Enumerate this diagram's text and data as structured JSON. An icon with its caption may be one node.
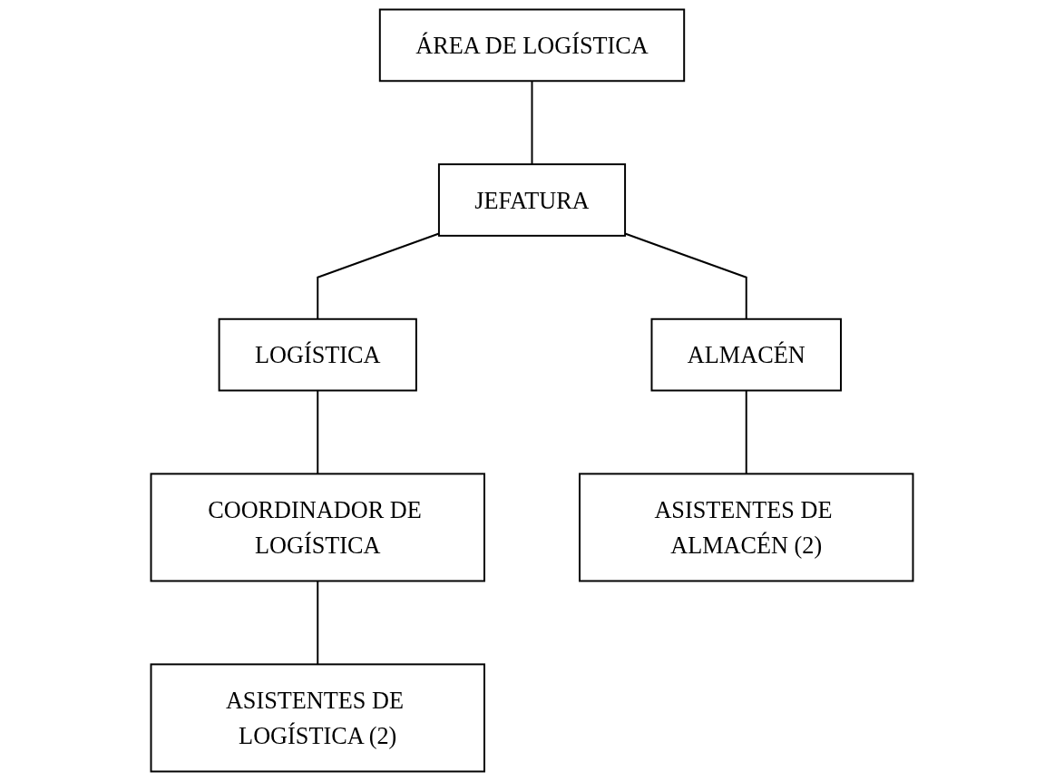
{
  "diagram": {
    "nodes": [
      {
        "text": [
          "ÁREA DE LOGÍSTICA"
        ]
      },
      {
        "text": [
          "JEFATURA"
        ]
      },
      {
        "text": [
          "LOGÍSTICA"
        ]
      },
      {
        "text": [
          "ALMACÉN"
        ]
      },
      {
        "text": [
          "COORDINADOR DE LOGÍSTICA"
        ]
      },
      {
        "text": [
          "ASISTENTES DE LOGÍSTICA (2)"
        ]
      },
      {
        "text": [
          "ASISTENTES DE ALMACÉN (2)"
        ]
      }
    ],
    "edges": [
      {
        "from": 0,
        "to": 1,
        "arrow": "none"
      },
      {
        "from": 1,
        "to": 2,
        "arrow": "none"
      },
      {
        "from": 1,
        "to": 3,
        "arrow": "none"
      },
      {
        "from": 2,
        "to": 4,
        "arrow": "none"
      },
      {
        "from": 4,
        "to": 5,
        "arrow": "none"
      },
      {
        "from": 3,
        "to": 6,
        "arrow": "none"
      }
    ]
  }
}
